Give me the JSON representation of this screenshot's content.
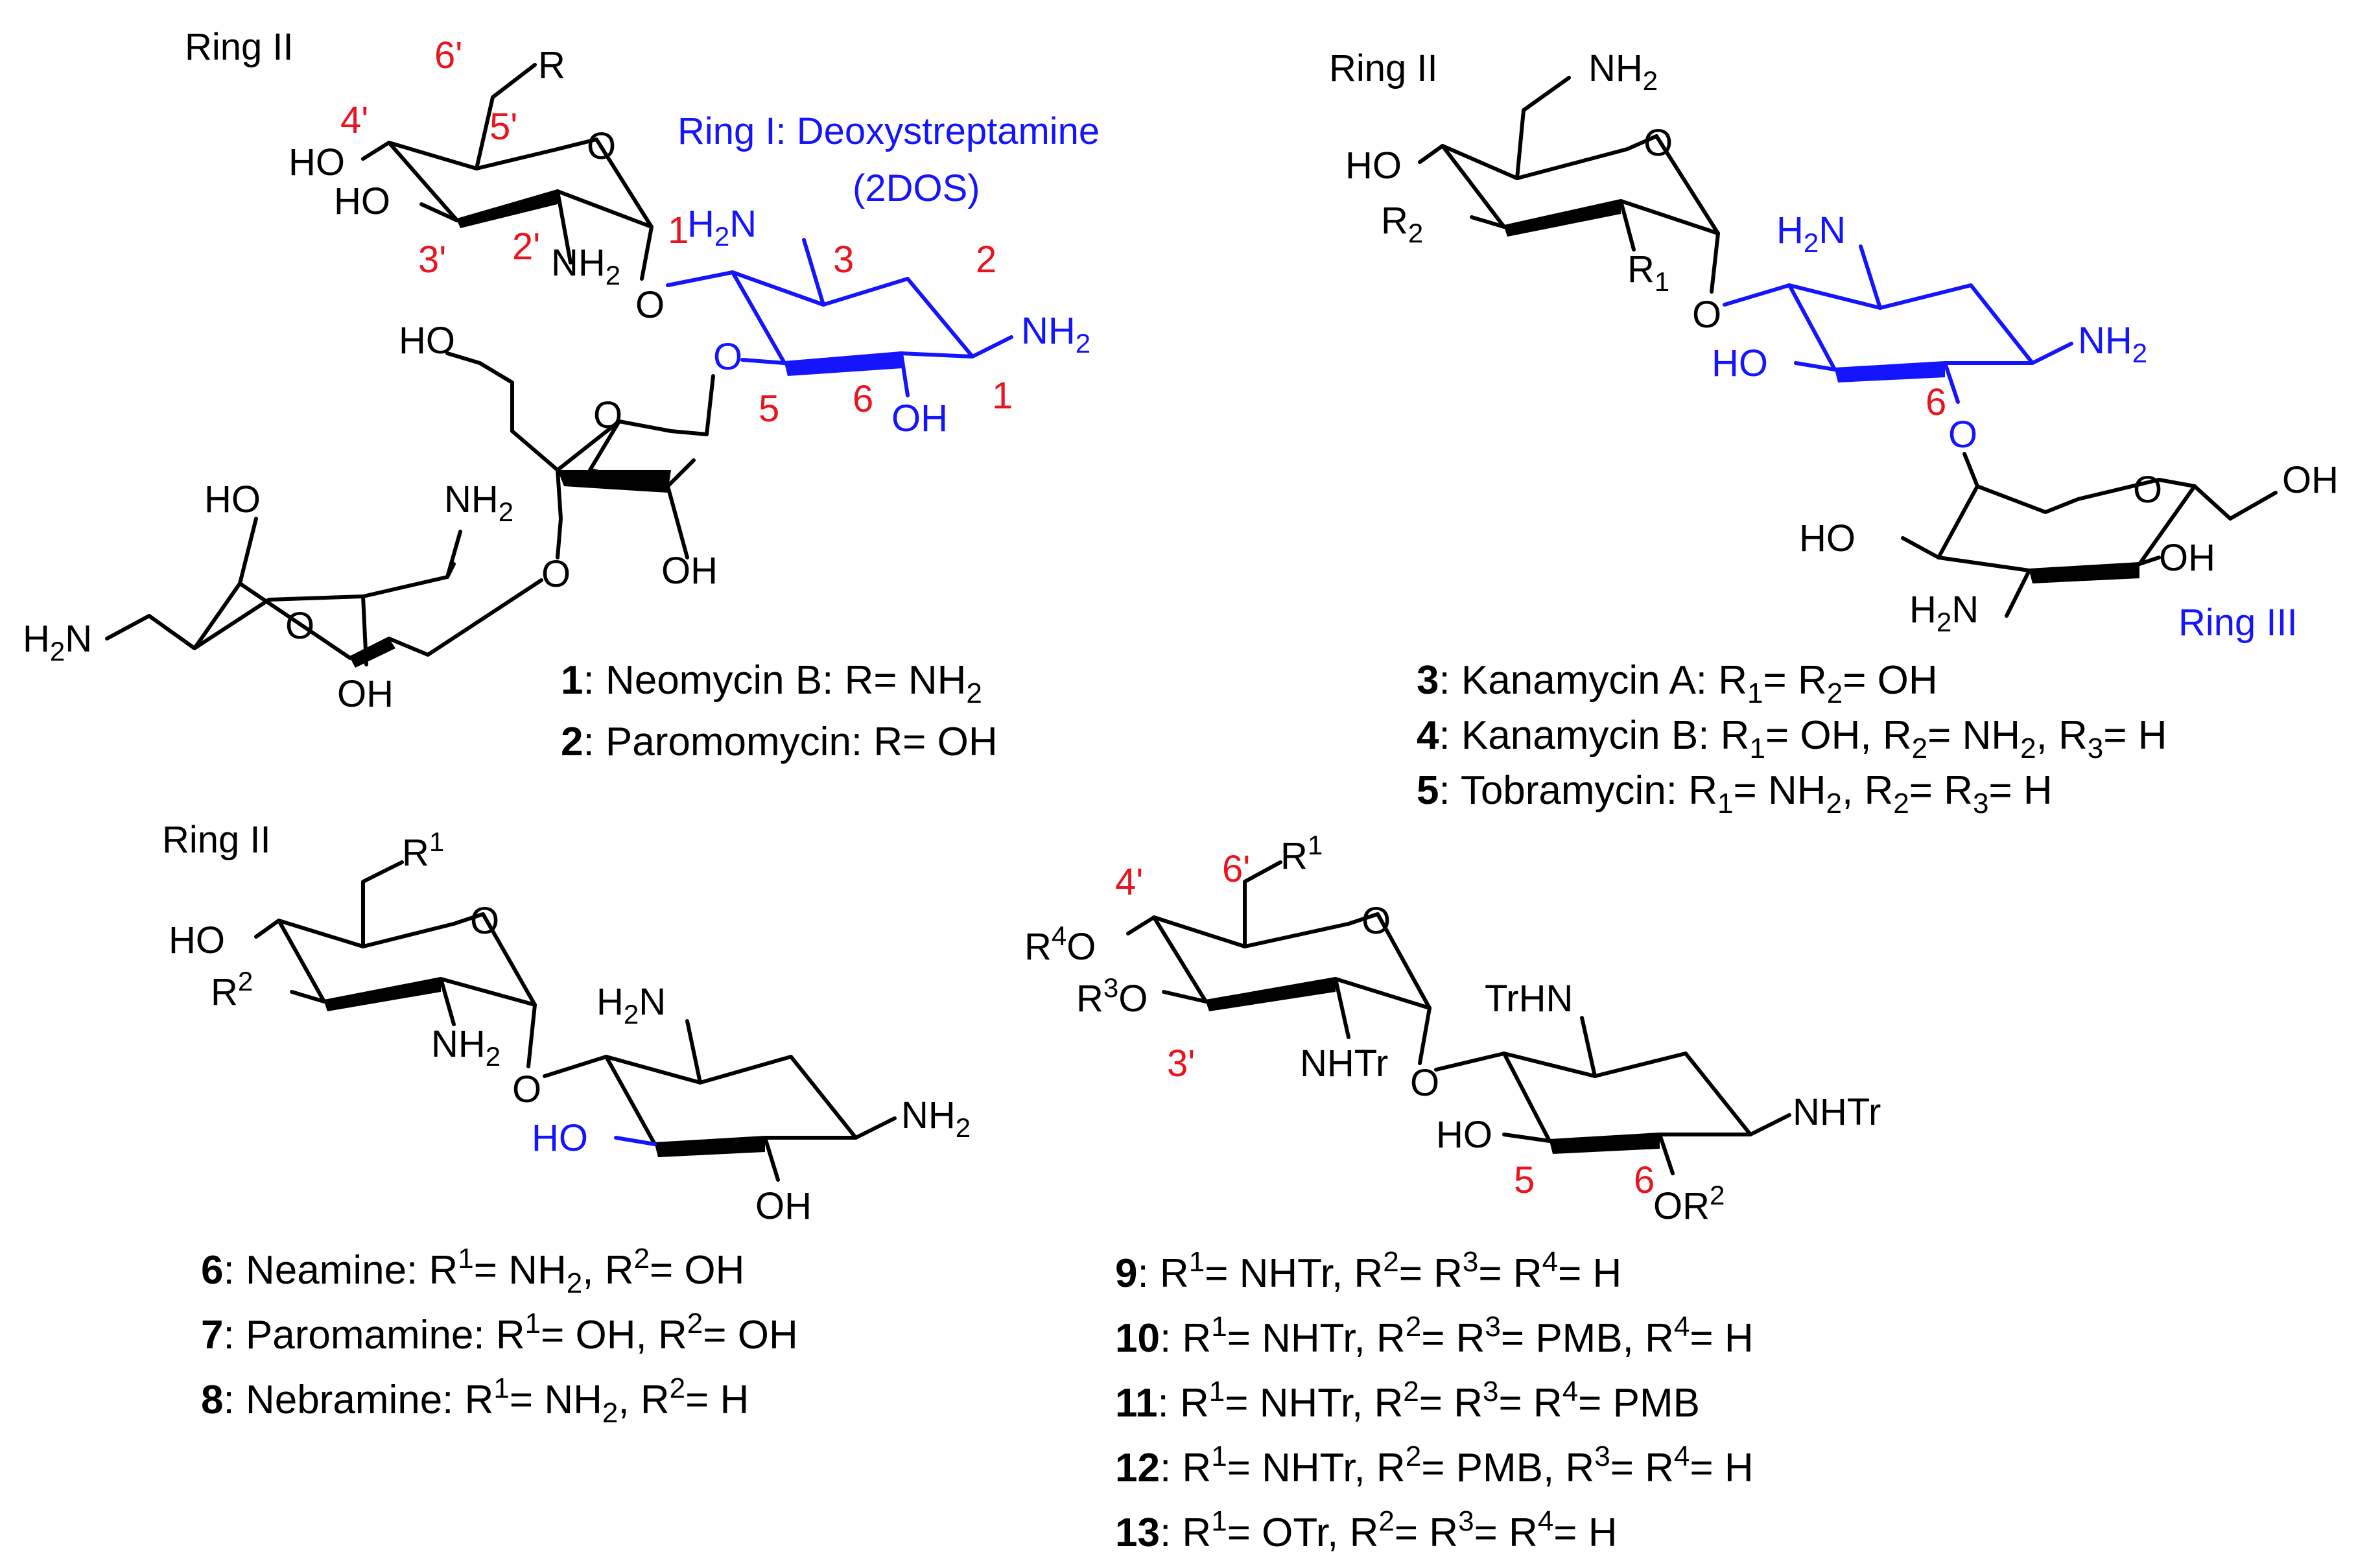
{
  "colors": {
    "ring_I": "#1414ff",
    "locant": "#e8141e",
    "bond": "#000000"
  },
  "panel_A": {
    "ring_label": "Ring II",
    "ring_I_label": "Ring I: Deoxystreptamine",
    "ring_I_abbrev": "(2DOS)",
    "captions": [
      {
        "num": "1",
        "text": ": Neomycin B:  R= NH",
        "sub": "2"
      },
      {
        "num": "2",
        "text": ": Paromomycin: R= OH",
        "sub": ""
      }
    ],
    "atoms": {
      "R": "R",
      "O_ring": "O",
      "HO_4": "HO",
      "HO_3": "HO",
      "NH2_2": "NH",
      "sub2": "2",
      "O_glyco": "O",
      "H2N_3": "H",
      "H2N_3b": "N",
      "NH2_1": "NH",
      "OH_6": "OH",
      "O_5": "O",
      "HO_furan": "HO",
      "O_furan": "O",
      "OH_furan": "OH",
      "O_link": "O",
      "HO_ring4": "HO",
      "NH2_ring4": "NH",
      "H2N_ring4": "H",
      "H2N_ring4b": "N",
      "O_ring4": "O",
      "OH_ring4": "OH"
    },
    "locants": [
      "6'",
      "4'",
      "5'",
      "3'",
      "2'",
      "1'",
      "3",
      "2",
      "1",
      "6",
      "5"
    ]
  },
  "panel_B": {
    "ring_label": "Ring II",
    "ring_III_label": "Ring III",
    "captions": [
      {
        "num": "3",
        "text": ": Kanamycin A: R",
        "tail": "= R",
        "tail2": "= OH"
      },
      {
        "num": "4",
        "text": ": Kanamycin B: R",
        "tail": "= OH, R",
        "tail2": "= NH",
        "tail3": ", R",
        "tail4": "= H"
      },
      {
        "num": "5",
        "text": ": Tobramycin:  R",
        "tail": "= NH",
        "tail2": ", R",
        "tail3": "= R",
        "tail4": "= H"
      }
    ],
    "locant": "6"
  },
  "panel_C": {
    "ring_label": "Ring II",
    "captions": [
      {
        "num": "6",
        "text": ": Neamine: R",
        "mid": "= NH",
        "end": ", R",
        "end2": "= OH"
      },
      {
        "num": "7",
        "text": ": Paromamine: R",
        "mid": "= OH, R",
        "end2": "= OH"
      },
      {
        "num": "8",
        "text": ": Nebramine: R",
        "mid": "= NH",
        "end": ", R",
        "end2": "= H"
      }
    ]
  },
  "panel_D": {
    "captions": [
      {
        "num": "9",
        "text": ": R",
        "a": "= NHTr, R",
        "b": "= R",
        "c": "= R",
        "d": "= H"
      },
      {
        "num": "10",
        "text": ": R",
        "a": "= NHTr, R",
        "b": "= R",
        "c": "= PMB, R",
        "d": "= H"
      },
      {
        "num": "11",
        "text": ": R",
        "a": "= NHTr, R",
        "b": "= R",
        "c": "= R",
        "d": "= PMB"
      },
      {
        "num": "12",
        "text": ": R",
        "a": "= NHTr, R",
        "b": "= PMB, R",
        "c": "= R",
        "d": "= H"
      },
      {
        "num": "13",
        "text": ": R",
        "a": "= OTr, R",
        "b": "= R",
        "c": "= R",
        "d": "= H"
      }
    ],
    "locants": [
      "4'",
      "6'",
      "3'",
      "5",
      "6"
    ]
  }
}
